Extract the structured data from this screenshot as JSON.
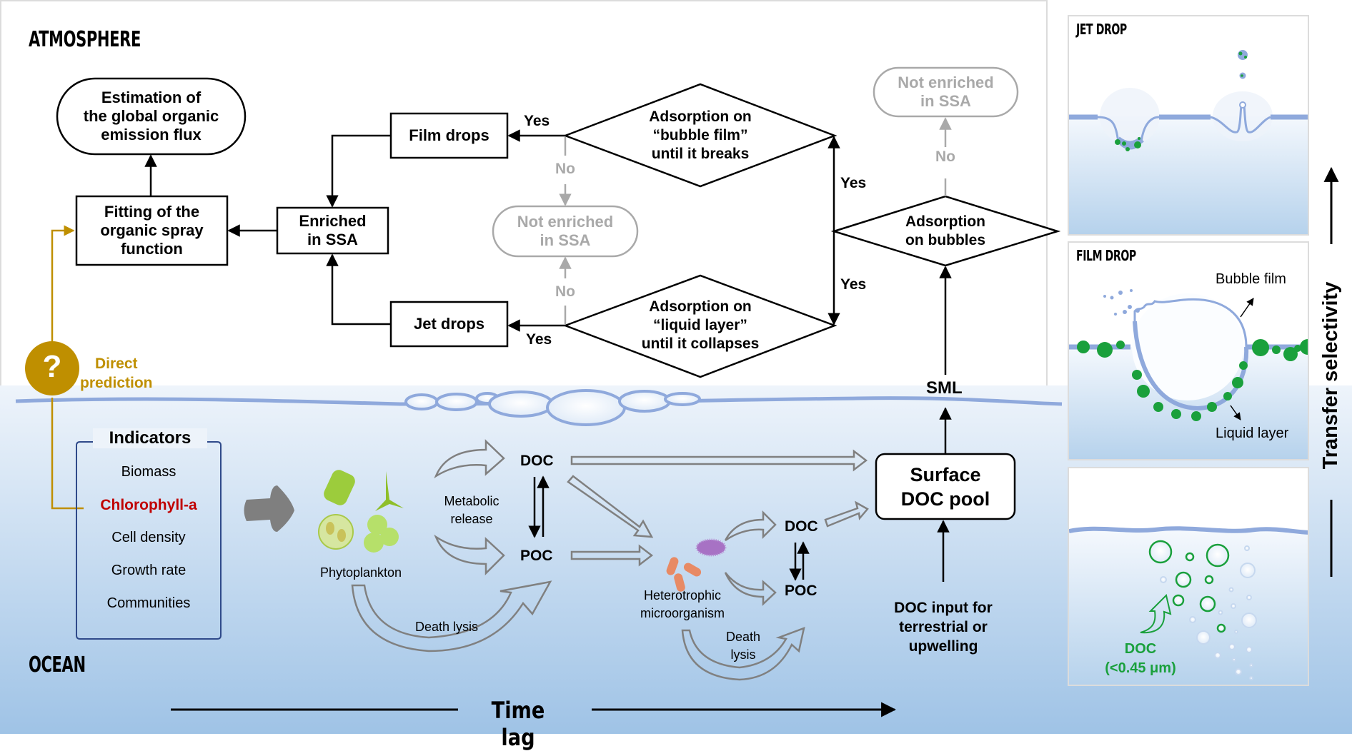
{
  "zones": {
    "atmosphere": "ATMOSPHERE",
    "ocean": "OCEAN"
  },
  "flowchart": {
    "estimation": "Estimation of\nthe global organic\nemission flux",
    "fitting": "Fitting of the\norganic spray\nfunction",
    "enriched": "Enriched\nin SSA",
    "film_drops": "Film drops",
    "jet_drops": "Jet drops",
    "diamond_bubble_film": "Adsorption on\n“bubble film”\nuntil it breaks",
    "diamond_liquid_layer": "Adsorption on\n“liquid layer”\nuntil it collapses",
    "diamond_bubbles": "Adsorption\non bubbles",
    "not_enriched_mid": "Not enriched\nin SSA",
    "not_enriched_top": "Not enriched\nin SSA",
    "yes": "Yes",
    "no": "No",
    "sml": "SML"
  },
  "direct_prediction": {
    "icon": "question-icon",
    "symbol": "?",
    "label": "Direct\nprediction",
    "color": "#bf8f00"
  },
  "indicators": {
    "title": "Indicators",
    "items": [
      {
        "label": "Biomass",
        "highlight": false
      },
      {
        "label": "Chlorophyll-a",
        "highlight": true
      },
      {
        "label": "Cell density",
        "highlight": false
      },
      {
        "label": "Growth rate",
        "highlight": false
      },
      {
        "label": "Communities",
        "highlight": false
      }
    ],
    "highlight_color": "#c00000"
  },
  "ocean": {
    "phytoplankton": "Phytoplankton",
    "metabolic_release": "Metabolic\nrelease",
    "death_lysis_1": "Death lysis",
    "doc_1": "DOC",
    "poc_1": "POC",
    "heterotrophic": "Heterotrophic\nmicroorganism",
    "doc_2": "DOC",
    "poc_2": "POC",
    "death_lysis_2": "Death\nlysis",
    "surface_doc_pool": "Surface\nDOC pool",
    "doc_input": "DOC input for\nterrestrial or\nupwelling"
  },
  "side_panels": {
    "jet_drop": {
      "title": "JET DROP"
    },
    "film_drop": {
      "title": "FILM DROP",
      "bubble_film": "Bubble film",
      "liquid_layer": "Liquid layer"
    },
    "dissolved": {
      "label": "DOC\n(<0.45 μm)",
      "color": "#1aa03c"
    }
  },
  "axes": {
    "time_lag": "Time lag",
    "transfer_selectivity": "Transfer selectivity"
  },
  "colors": {
    "water_line": "#8fa9dc",
    "hollow_arrow": "#808080",
    "grey_text": "#a9a9a9",
    "green": "#1aa03c"
  }
}
